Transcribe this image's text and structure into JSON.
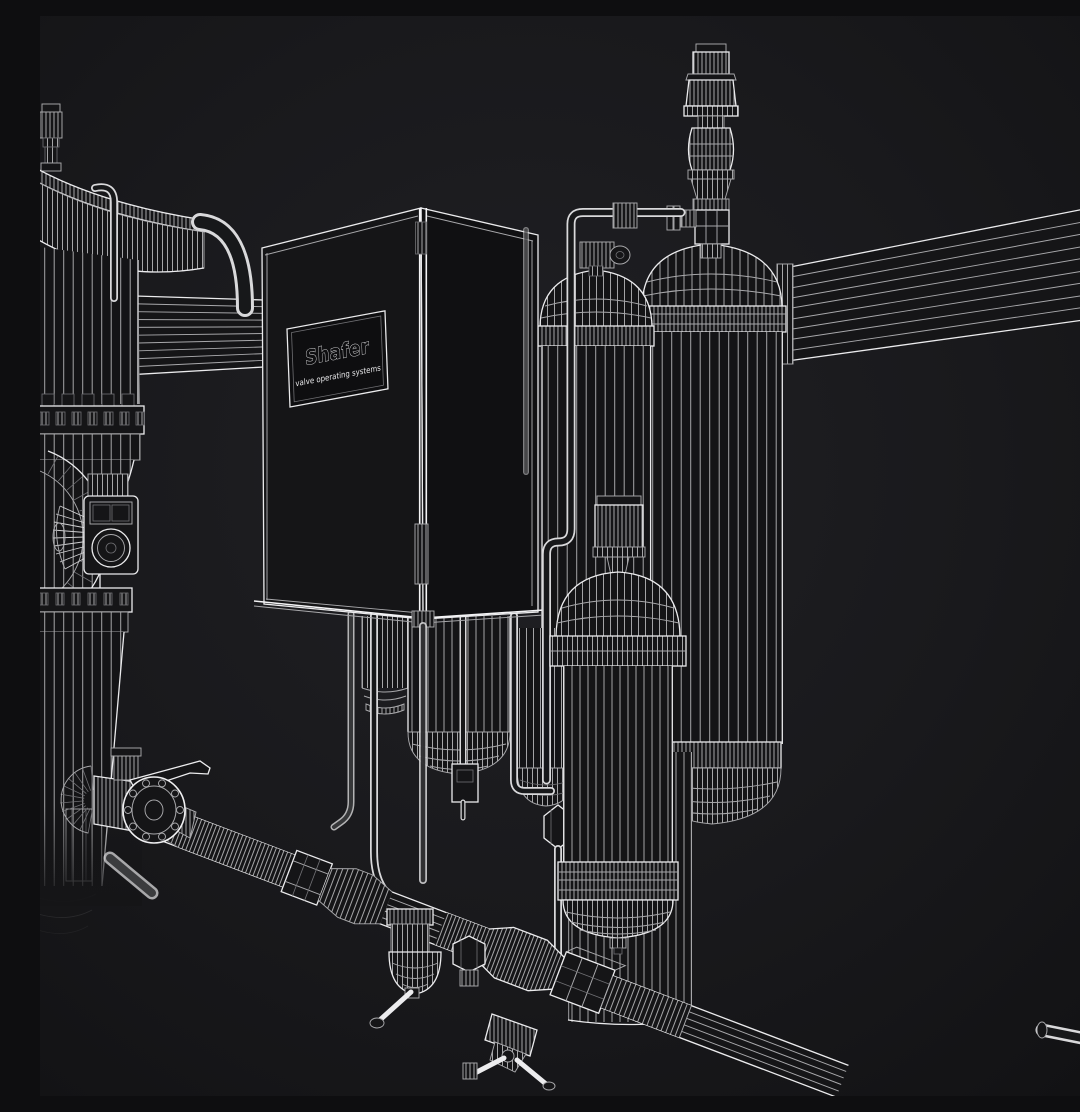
{
  "scene": {
    "description": "Black-background 3D wireframe render of a Shafer gas-over-oil valve operating system: gate valve with handwheel at left, control cabinet, accumulator bottles, pressure regulator and bottom pipeline with small valves",
    "render_style": "wireframe",
    "colors": {
      "background": "#17171a",
      "background_edge": "#121214",
      "wire_bright": "#ebebed",
      "wire_mid": "#a8a8ab",
      "wire_dim": "#707074",
      "cabinet_panel": "#101012"
    }
  },
  "nameplate": {
    "brand": "Shafer",
    "tagline": "valve operating systems"
  }
}
